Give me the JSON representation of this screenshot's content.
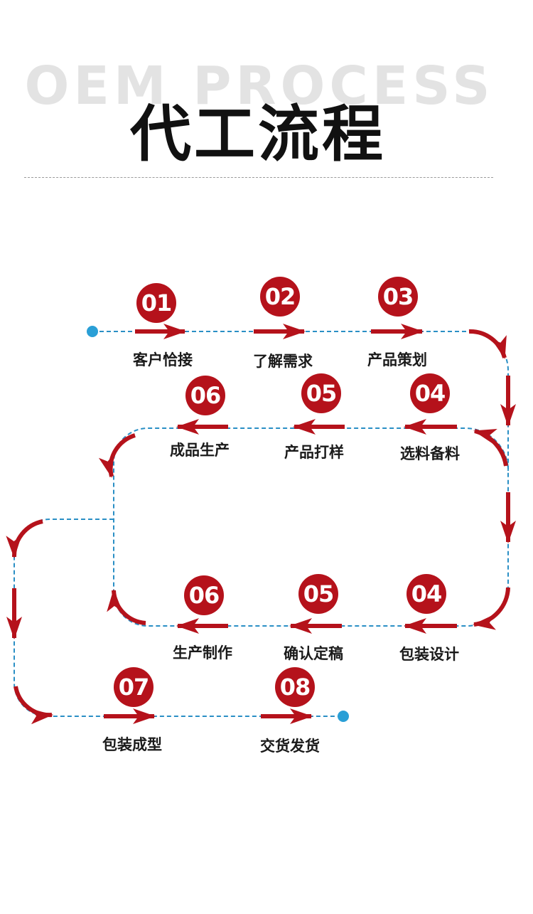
{
  "title": {
    "background_text": "OEM PROCESS",
    "main_text": "代工流程"
  },
  "colors": {
    "accent_red": "#b5121b",
    "path_blue": "#2a8fc5",
    "label": "#1a1a1a",
    "watermark": "#e3e3e3"
  },
  "steps": [
    {
      "number": "01",
      "label": "客户恰接"
    },
    {
      "number": "02",
      "label": "了解需求"
    },
    {
      "number": "03",
      "label": "产品策划"
    },
    {
      "number": "04",
      "label": "选料备料"
    },
    {
      "number": "05",
      "label": "产品打样"
    },
    {
      "number": "06",
      "label": "成品生产"
    },
    {
      "number": "04",
      "label": "包装设计"
    },
    {
      "number": "05",
      "label": "确认定稿"
    },
    {
      "number": "06",
      "label": "生产制作"
    },
    {
      "number": "07",
      "label": "包装成型"
    },
    {
      "number": "08",
      "label": "交货发货"
    }
  ]
}
